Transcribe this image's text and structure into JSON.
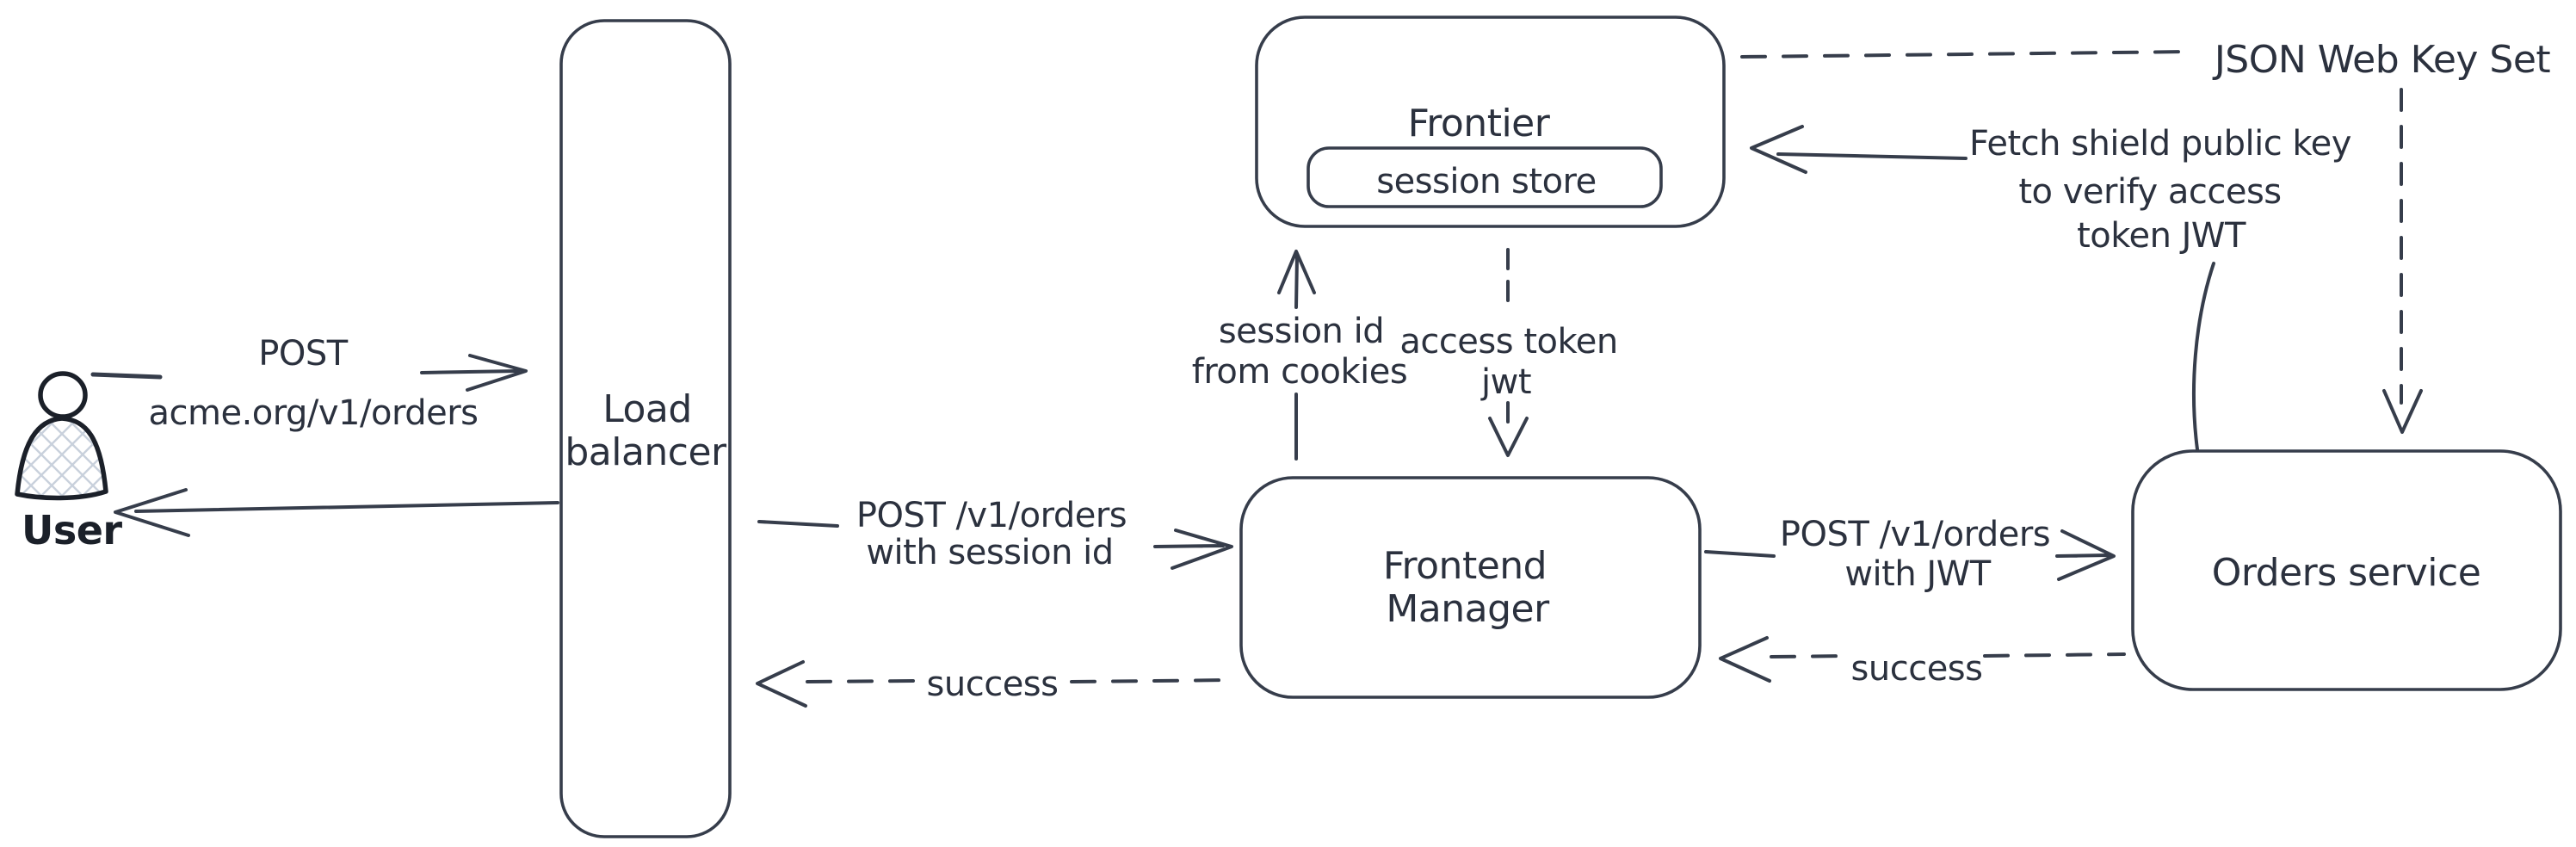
{
  "diagram": {
    "colors": {
      "stroke": "#363d4b",
      "text": "#2b313e",
      "user_accent": "#1b2029",
      "hatch": "#c9d1dc",
      "background": "#ffffff"
    },
    "nodes": {
      "user": {
        "label": "User"
      },
      "load_balancer": {
        "line1": "Load",
        "line2": "balancer"
      },
      "frontier": {
        "label": "Frontier",
        "session_store_label": "session store"
      },
      "frontend_manager": {
        "line1": "Frontend",
        "line2": "Manager"
      },
      "orders_service": {
        "label": "Orders service"
      }
    },
    "edges": {
      "user_post": {
        "line1": "POST",
        "line2": "acme.org/v1/orders"
      },
      "lb_post": {
        "line1": "POST /v1/orders",
        "line2": "with session id"
      },
      "lb_success": {
        "label": "success"
      },
      "session_id": {
        "line1": "session id",
        "line2": "from cookies"
      },
      "access_token": {
        "line1": "access token",
        "line2": "jwt"
      },
      "fm_post": {
        "line1": "POST /v1/orders",
        "line2": "with JWT"
      },
      "fm_success": {
        "label": "success"
      },
      "fetch_key": {
        "line1": "Fetch shield public key",
        "line2": "to verify access",
        "line3": "token JWT"
      },
      "jwks": {
        "label": "JSON Web Key Set"
      }
    }
  }
}
